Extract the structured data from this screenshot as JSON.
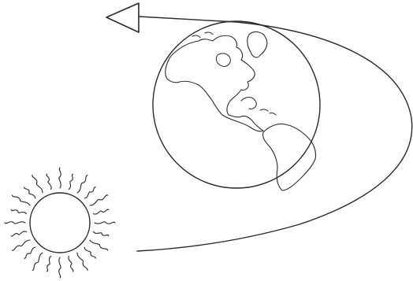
{
  "diagram": {
    "elements": [
      {
        "id": "earth",
        "icon": "earth-globe-americas-icon"
      },
      {
        "id": "sun",
        "icon": "sun-with-wavy-rays-icon"
      },
      {
        "id": "orbit",
        "icon": "orbit-path-line"
      },
      {
        "id": "arrow",
        "icon": "direction-arrow-head-left"
      }
    ],
    "colors": {
      "ink": "#2a2a2a",
      "background": "#ffffff"
    },
    "sun_ray_count": 24
  }
}
